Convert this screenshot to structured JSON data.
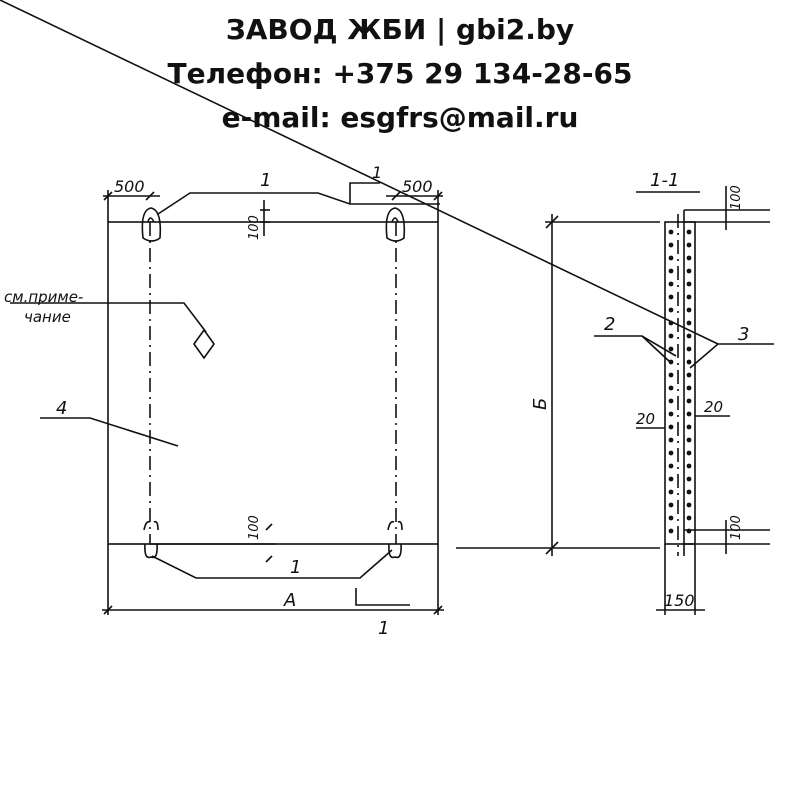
{
  "header": {
    "title": "ЗАВОД ЖБИ | gbi2.by",
    "phone": "Телефон: +375 29 134-28-65",
    "email": "e-mail: esgfrs@mail.ru"
  },
  "drawing": {
    "dim_top_left": "500",
    "dim_top_right": "500",
    "dim_top_100": "100",
    "dim_bottom_100": "100",
    "dim_width": "A",
    "dim_height": "Б",
    "label_top_1": "1",
    "label_bottom_1": "1",
    "cut_mark_top": "1",
    "cut_mark_bottom": "1",
    "note_line1": "см.приме-",
    "note_line2": "чание",
    "part_4": "4"
  },
  "section": {
    "title": "1-1",
    "dim_top_100": "100",
    "dim_bottom_100": "100",
    "dim_width": "150",
    "label_2": "2",
    "label_3": "3",
    "dim_20_left": "20",
    "dim_20_right": "20"
  },
  "colors": {
    "ink": "#111111",
    "background": "#ffffff"
  }
}
